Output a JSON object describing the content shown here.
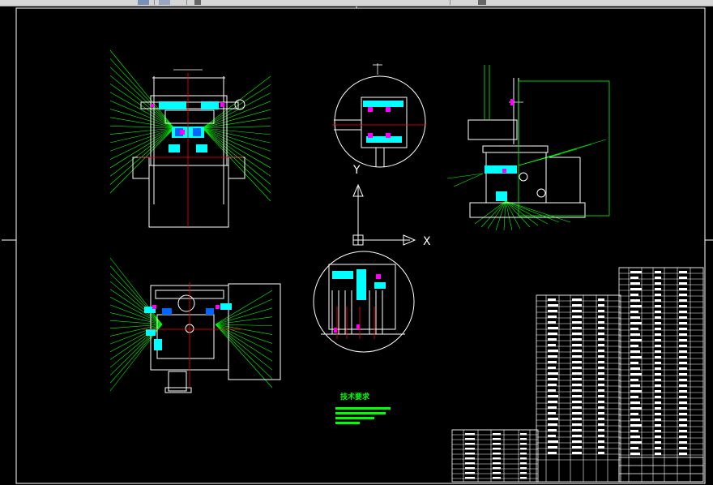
{
  "toolbar": {
    "icons": [
      "layer-icon",
      "properties-icon",
      "dropdown-icon"
    ]
  },
  "ucs": {
    "x_label": "X",
    "y_label": "Y"
  },
  "technical_notes": {
    "title": "技术要求"
  },
  "colors": {
    "background": "#000000",
    "frame": "#ffffff",
    "leader": "#00ff00",
    "part": "#ffffff",
    "section": "#00ffff",
    "centerline": "#ff0000",
    "hatch": "#0066ff",
    "highlight": "#ff00ff",
    "dimension": "#ffff00"
  }
}
